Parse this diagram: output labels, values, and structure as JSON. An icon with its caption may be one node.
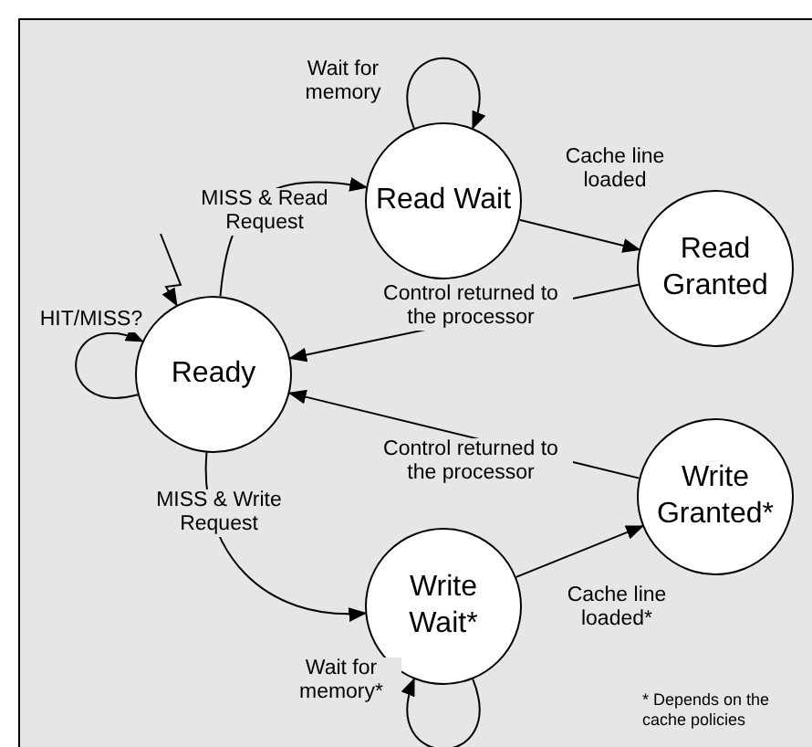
{
  "diagram": {
    "nodes": [
      {
        "text": [
          "Read Wait"
        ]
      },
      {
        "text": [
          "Read Granted"
        ]
      },
      {
        "text": [
          "Ready"
        ]
      },
      {
        "text": [
          "Write Wait*"
        ]
      },
      {
        "text": [
          "Write Granted*"
        ]
      }
    ],
    "edges": [
      {
        "from": 2,
        "to": 0,
        "arrow": "to",
        "label": "MISS & Read Request"
      },
      {
        "from": 0,
        "to": 0,
        "arrow": "to",
        "label": "Wait for memory"
      },
      {
        "from": 0,
        "to": 1,
        "arrow": "to",
        "label": "Cache line loaded"
      },
      {
        "from": 1,
        "to": 2,
        "arrow": "to",
        "label": "Control returned to the processor"
      },
      {
        "from": 2,
        "to": 2,
        "arrow": "to",
        "label": "HIT/MISS?"
      },
      {
        "from": 2,
        "to": 3,
        "arrow": "to",
        "label": "MISS & Write Request"
      },
      {
        "from": 3,
        "to": 3,
        "arrow": "to",
        "label": "Wait for memory*"
      },
      {
        "from": 3,
        "to": 4,
        "arrow": "to",
        "label": "Cache line loaded*"
      },
      {
        "from": 4,
        "to": 2,
        "arrow": "to",
        "label": "Control returned to the processor"
      },
      {
        "from": null,
        "to": 2,
        "arrow": "to"
      }
    ],
    "labels": [
      "* Depends on the cache policies"
    ]
  }
}
